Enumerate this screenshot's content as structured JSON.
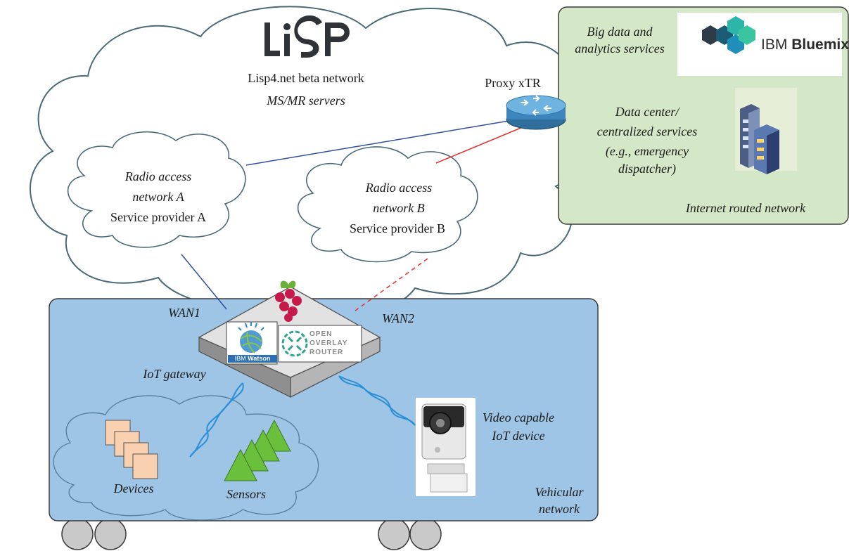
{
  "logo": {
    "text": "LISP"
  },
  "core_network": {
    "name": "Lisp4.net beta network",
    "servers": "MS/MR servers"
  },
  "proxy": {
    "label": "Proxy xTR"
  },
  "internet_zone": {
    "bigdata_line1": "Big data and",
    "bigdata_line2": "analytics services",
    "bluemix_prefix": "IBM",
    "bluemix_name": "Bluemix",
    "dc_line1": "Data center/",
    "dc_line2": "centralized services",
    "dc_line3": "(e.g., emergency",
    "dc_line4": "dispatcher)",
    "name": "Internet routed network"
  },
  "ran_a": {
    "line1": "Radio access",
    "line2": "network A",
    "provider": "Service provider A"
  },
  "ran_b": {
    "line1": "Radio access",
    "line2": "network B",
    "provider": "Service provider B"
  },
  "gateway": {
    "wan1": "WAN1",
    "wan2": "WAN2",
    "label": "IoT gateway",
    "watson_prefix": "IBM",
    "watson_name": "Watson",
    "oor_line1": "OPEN",
    "oor_line2": "OVERLAY",
    "oor_line3": "ROUTER"
  },
  "vehicle": {
    "devices": "Devices",
    "sensors": "Sensors",
    "camera_line1": "Video capable",
    "camera_line2": "IoT device",
    "network_line1": "Vehicular",
    "network_line2": "network"
  },
  "colors": {
    "cloud_stroke": "#4a6a78",
    "internet_fill": "#d4e8c8",
    "vehicle_fill": "#9fc5e6",
    "link_blue": "#2f4f9f",
    "link_red": "#e0302a",
    "dna": "#2a8fd6",
    "sensor": "#6abf3c",
    "device": "#f9d0b0"
  }
}
